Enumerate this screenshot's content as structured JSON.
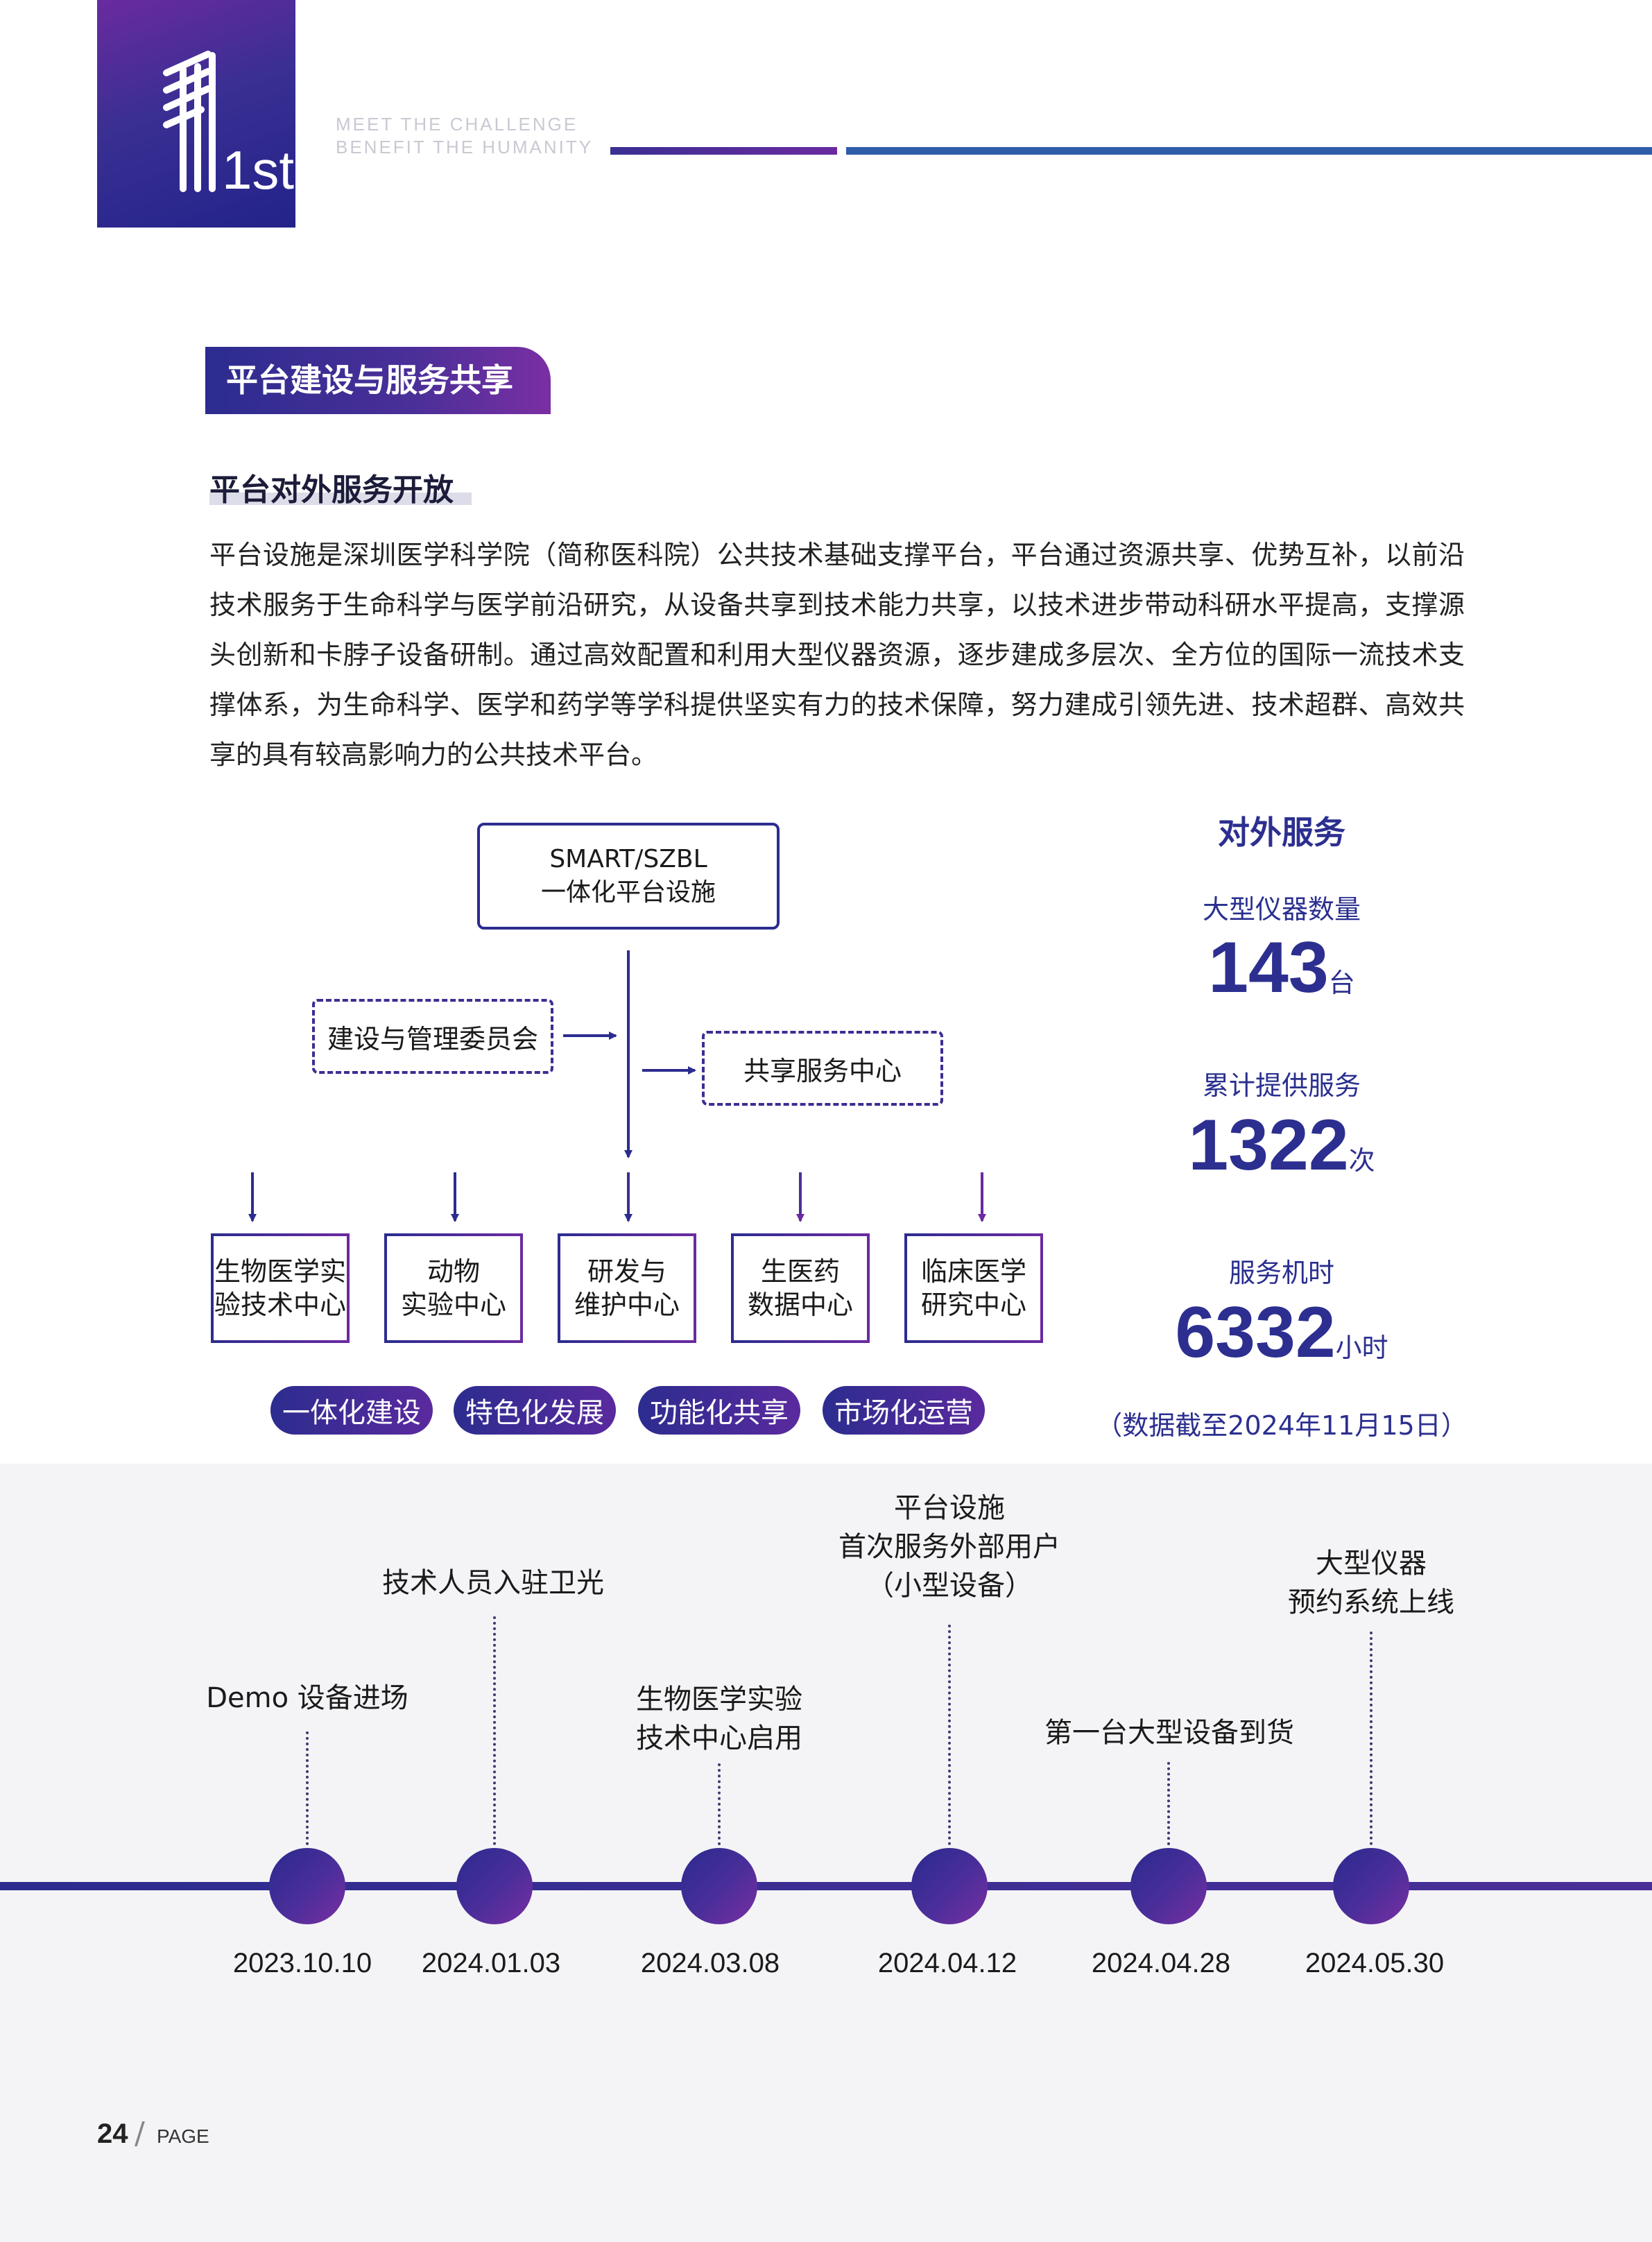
{
  "header": {
    "logo_text": "1st",
    "tagline_line1": "MEET THE CHALLENGE",
    "tagline_line2": "BENEFIT THE HUMANITY"
  },
  "section": {
    "tag": "平台建设与服务共享",
    "subtitle": "平台对外服务开放",
    "intro": "平台设施是深圳医学科学院（简称医科院）公共技术基础支撑平台，平台通过资源共享、优势互补，以前沿技术服务于生命科学与医学前沿研究，从设备共享到技术能力共享，以技术进步带动科研水平提高，支撑源头创新和卡脖子设备研制。通过高效配置和利用大型仪器资源，逐步建成多层次、全方位的国际一流技术支撑体系，为生命科学、医学和药学等学科提供坚实有力的技术保障，努力建成引领先进、技术超群、高效共享的具有较高影响力的公共技术平台。"
  },
  "org_chart": {
    "top_line1": "SMART/SZBL",
    "top_line2": "一体化平台设施",
    "committee": "建设与管理委员会",
    "service_center": "共享服务中心",
    "centers": [
      {
        "line1": "生物医学实",
        "line2": "验技术中心"
      },
      {
        "line1": "动物",
        "line2": "实验中心"
      },
      {
        "line1": "研发与",
        "line2": "维护中心"
      },
      {
        "line1": "生医药",
        "line2": "数据中心"
      },
      {
        "line1": "临床医学",
        "line2": "研究中心"
      }
    ],
    "pills": [
      "一体化建设",
      "特色化发展",
      "功能化共享",
      "市场化运营"
    ]
  },
  "stats": {
    "title": "对外服务",
    "items": [
      {
        "label": "大型仪器数量",
        "value": "143",
        "unit": "台"
      },
      {
        "label": "累计提供服务",
        "value": "1322",
        "unit": "次"
      },
      {
        "label": "服务机时",
        "value": "6332",
        "unit": "小时"
      }
    ],
    "note": "（数据截至2024年11月15日）"
  },
  "timeline": [
    {
      "date": "2023.10.10",
      "lines": [
        "Demo 设备进场"
      ]
    },
    {
      "date": "2024.01.03",
      "lines": [
        "技术人员入驻卫光"
      ]
    },
    {
      "date": "2024.03.08",
      "lines": [
        "生物医学实验",
        "技术中心启用"
      ]
    },
    {
      "date": "2024.04.12",
      "lines": [
        "平台设施",
        "首次服务外部用户",
        "（小型设备）"
      ]
    },
    {
      "date": "2024.04.28",
      "lines": [
        "第一台大型设备到货"
      ]
    },
    {
      "date": "2024.05.30",
      "lines": [
        "大型仪器",
        "预约系统上线"
      ]
    }
  ],
  "footer": {
    "page_number": "24",
    "page_word": "PAGE"
  },
  "colors": {
    "brand_navy": "#2c2c8f",
    "brand_purple": "#6a2aa0",
    "accent_blue": "#2f5da8"
  }
}
